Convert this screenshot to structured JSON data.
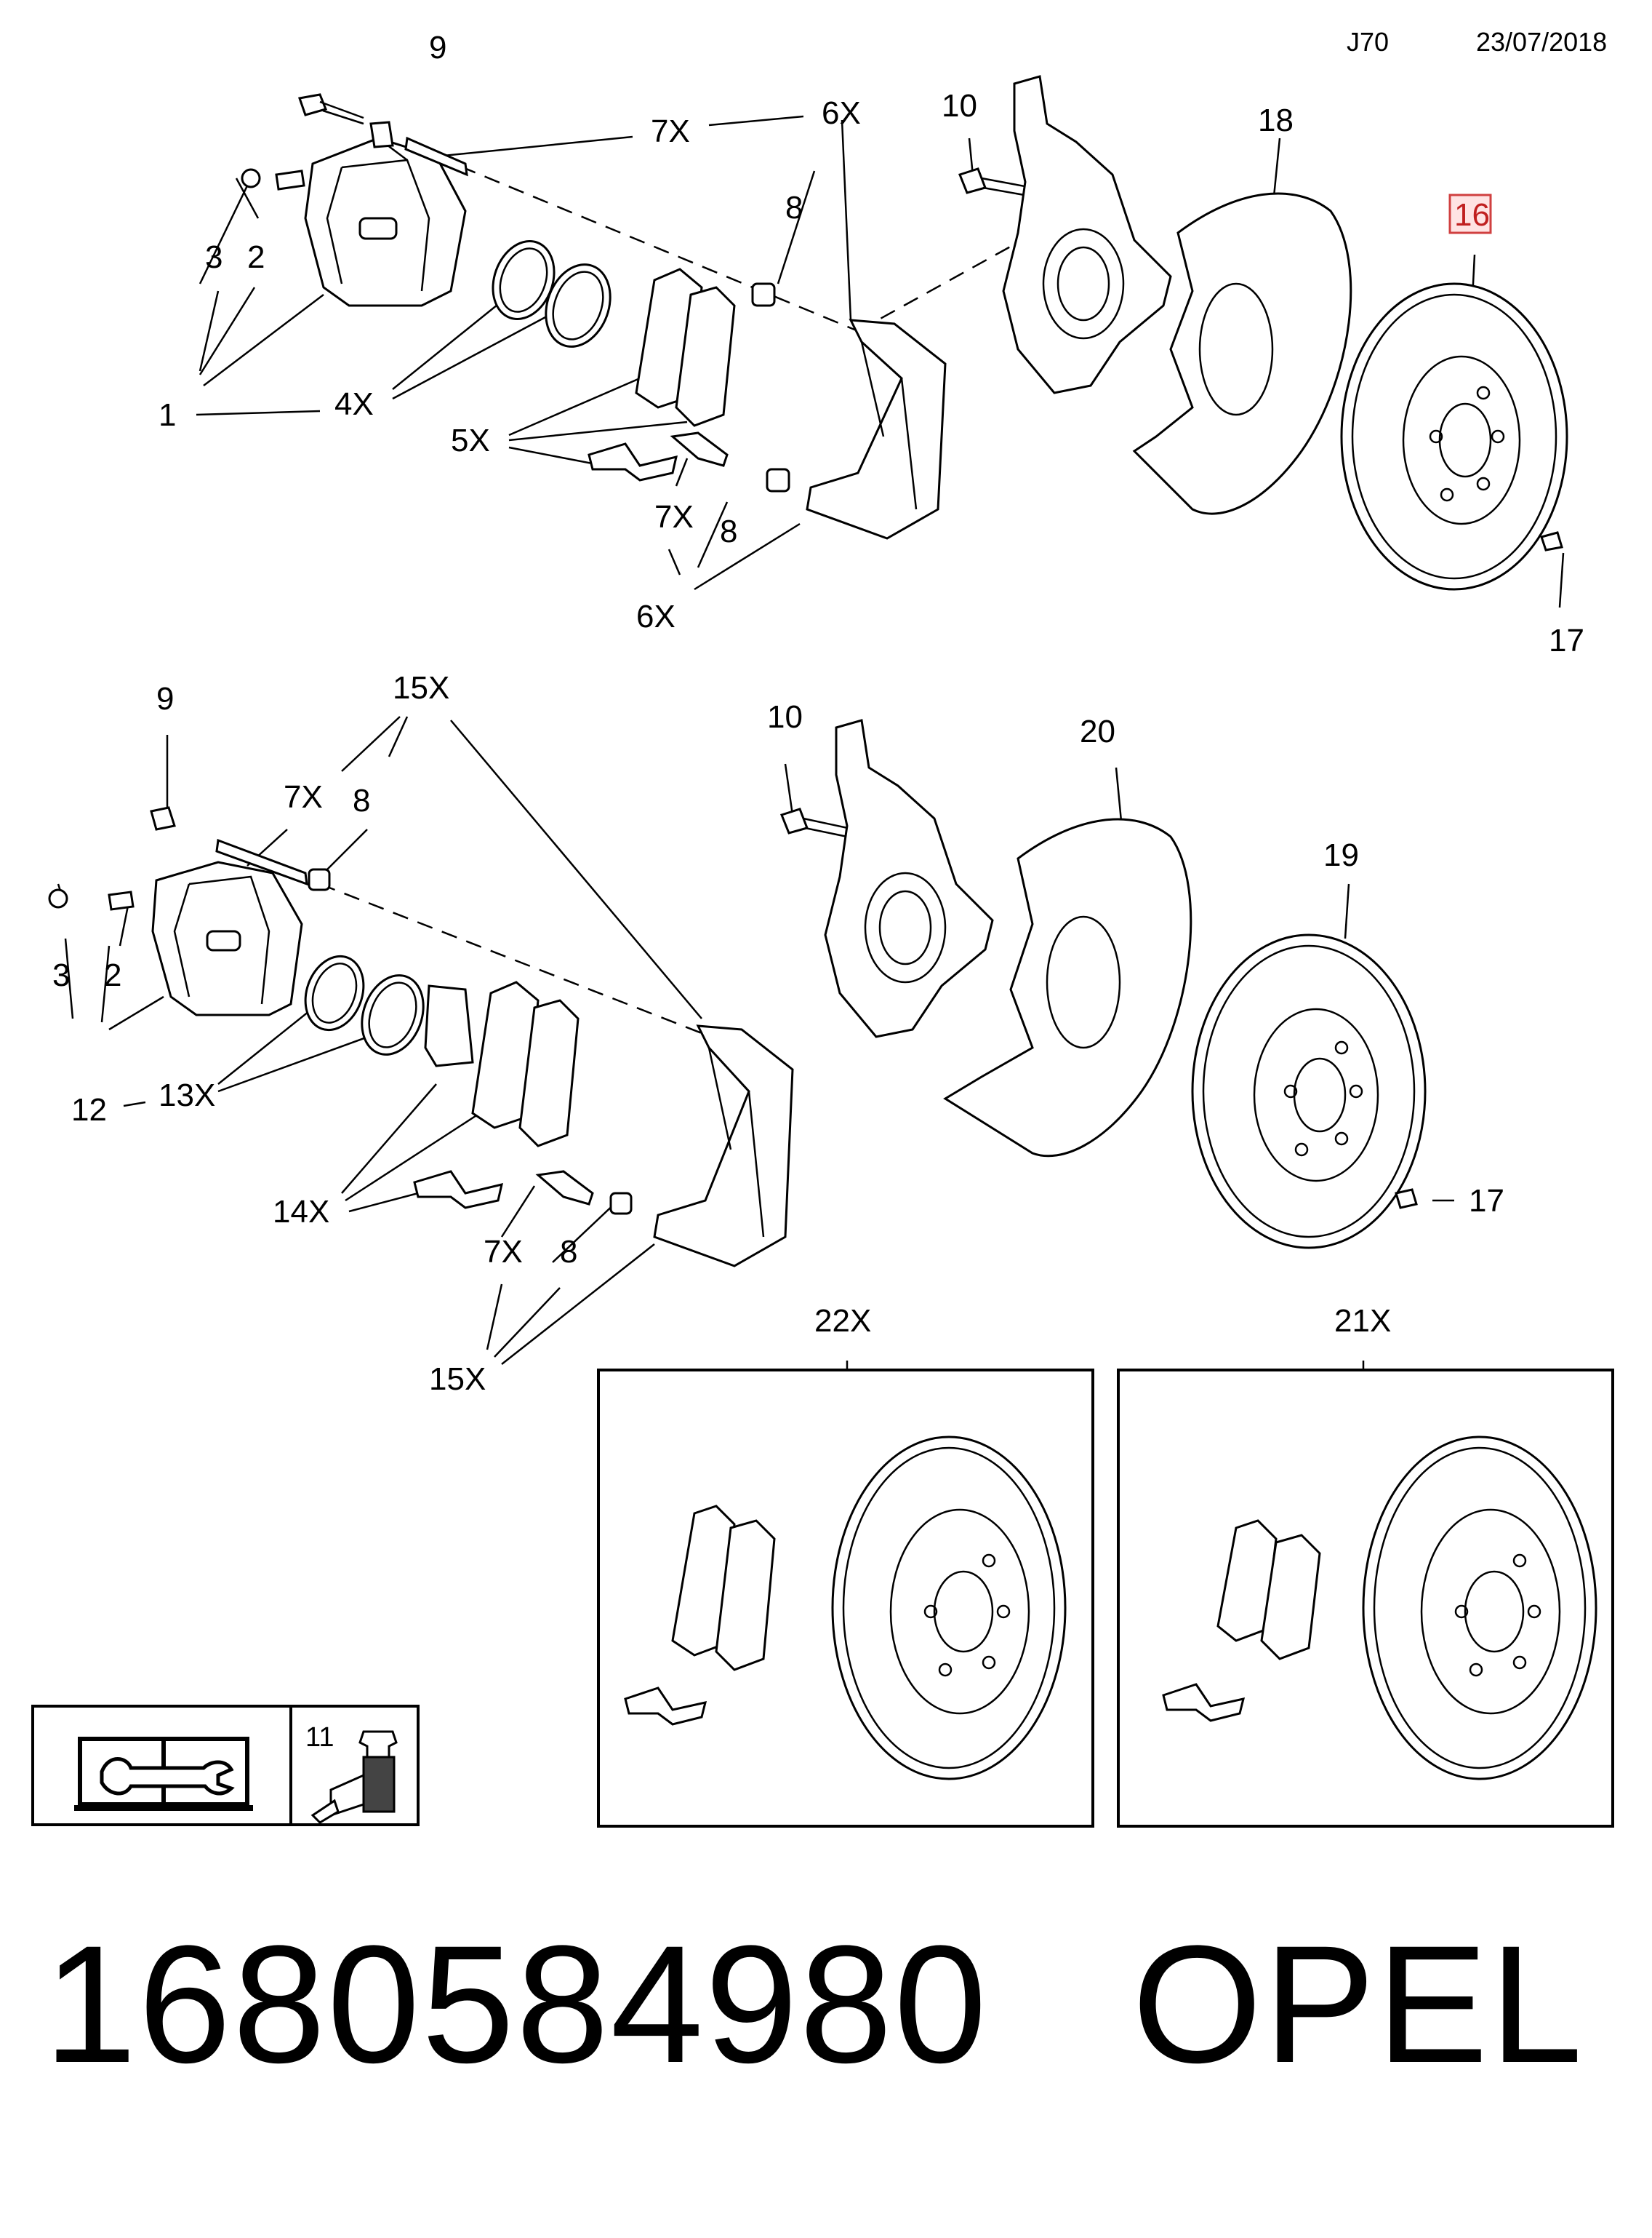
{
  "header": {
    "code": "J70",
    "date": "23/07/2018"
  },
  "highlighted_callout": "16",
  "footer": {
    "part_number": "1680584980",
    "brand": "OPEL"
  },
  "callouts": {
    "top": [
      "9",
      "7X",
      "6X",
      "10",
      "18",
      "16",
      "3",
      "2",
      "8",
      "1",
      "4X",
      "5X",
      "7X",
      "8",
      "6X",
      "17"
    ],
    "middle": [
      "9",
      "15X",
      "10",
      "20",
      "7X",
      "8",
      "19",
      "3",
      "2",
      "12",
      "13X",
      "14X",
      "7X",
      "8",
      "15X",
      "17"
    ],
    "kits": [
      "22X",
      "21X"
    ],
    "legend": [
      "11"
    ]
  },
  "icons": [
    "repair-manual-icon",
    "lubricant-tube-icon"
  ]
}
